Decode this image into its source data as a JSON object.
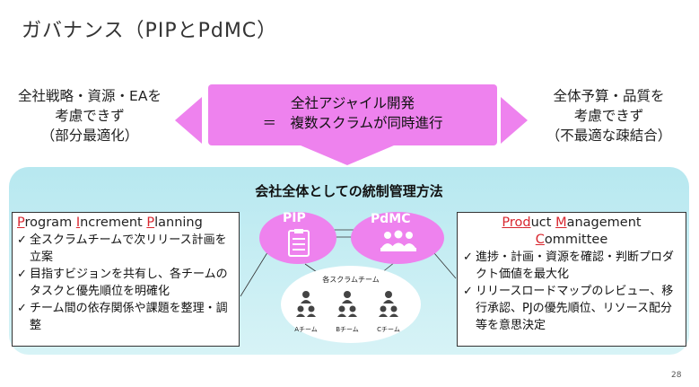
{
  "title": "ガバナンス（PIPとPdMC）",
  "left_side": {
    "lines": [
      "全社戦略・資源・EAを",
      "考慮できず",
      "（部分最適化）"
    ]
  },
  "right_side": {
    "lines": [
      "全体予算・品質を",
      "考慮できず",
      "（不最適な疎結合）"
    ]
  },
  "center": {
    "line1": "全社アジャイル開発",
    "line2": "＝　複数スクラムが同時進行"
  },
  "governance": {
    "heading": "会社全体としての統制管理方法"
  },
  "pip": {
    "label": "PIP",
    "title_parts": [
      "P",
      "rogram ",
      "I",
      "ncrement ",
      "P",
      "lanning"
    ],
    "items": [
      "全スクラムチームで次リリース計画を立案",
      "目指すビジョンを共有し、各チームのタスクと優先順位を明確化",
      "チーム間の依存関係や課題を整理・調整"
    ]
  },
  "pdmc": {
    "label": "PdMC",
    "title_parts": [
      "Pro",
      "d",
      "uct ",
      "M",
      "anagement"
    ],
    "title_line2_parts": [
      "C",
      "ommittee"
    ],
    "items": [
      "進捗・計画・資源を確認・判断プロダクト価値を最大化",
      "リリースロードマップのレビュー、移行承認、PJの優先順位、リソース配分等を意思決定"
    ]
  },
  "teams": {
    "label": "各スクラムチーム",
    "names": [
      "Aチーム",
      "Bチーム",
      "Cチーム"
    ]
  },
  "check_mark": "✓",
  "colors": {
    "magenta": "#ee82ee",
    "panel": "#c4ecf2",
    "accent_red": "#d8262e"
  },
  "page_number": "28"
}
